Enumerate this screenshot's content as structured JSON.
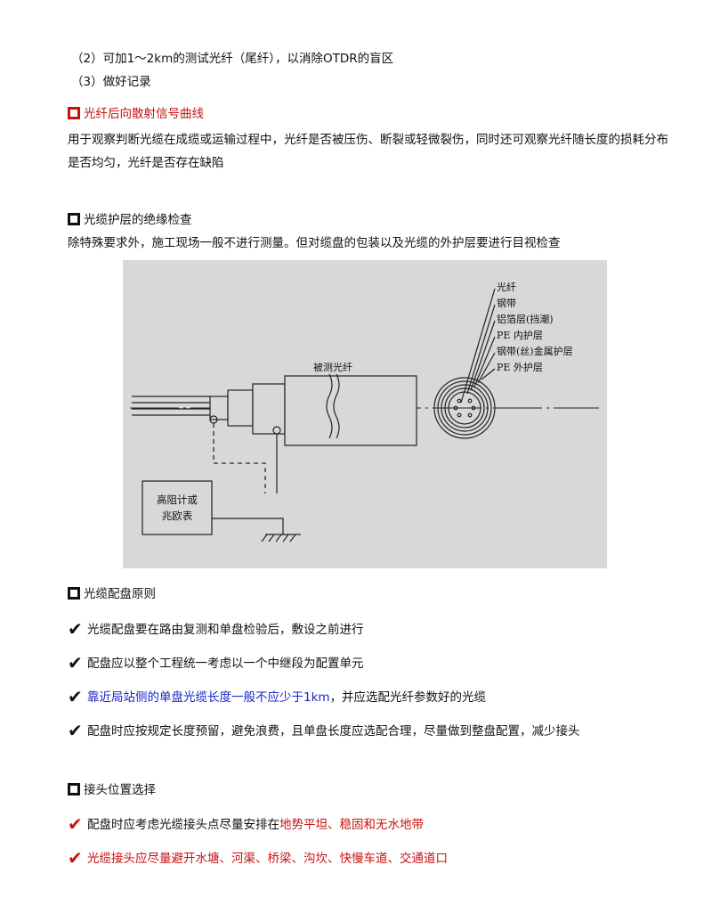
{
  "intro": {
    "line1": "（2）可加1～2km的测试光纤（尾纤），以消除OTDR的盲区",
    "line2": "（3）做好记录"
  },
  "section_backscatter": {
    "heading": "光纤后向散射信号曲线",
    "heading_color": "#c81010",
    "text": "用于观察判断光缆在成缆或运输过程中，光纤是否被压伤、断裂或轻微裂伤，同时还可观察光纤随长度的损耗分布是否均匀，光纤是否存在缺陷"
  },
  "section_insulation": {
    "heading": "光缆护层的绝缘检查",
    "text": "除特殊要求外，施工现场一般不进行测量。但对缆盘的包装以及光缆的外护层要进行目视检查"
  },
  "figure": {
    "cable_label": "被测光纤",
    "meter_label_line1": "高阻计或",
    "meter_label_line2": "兆欧表",
    "layer_labels": [
      "光纤",
      "钢带",
      "铝箔层(挡潮)",
      "PE 内护层",
      "钢带(丝)金属护层",
      "PE 外护层"
    ]
  },
  "section_allocation": {
    "heading": "光缆配盘原则",
    "items": [
      {
        "text": "光缆配盘要在路由复测和单盘检验后，敷设之前进行",
        "color": "normal"
      },
      {
        "text": "配盘应以整个工程统一考虑以一个中继段为配置单元",
        "color": "normal"
      },
      {
        "text_highlight": "靠近局站侧的单盘光缆长度一般不应少于1km",
        "text_rest": "，并应选配光纤参数好的光缆",
        "color": "mixed"
      },
      {
        "text": "配盘时应按规定长度预留，避免浪费，且单盘长度应选配合理，尽量做到整盘配置，减少接头",
        "color": "normal"
      }
    ]
  },
  "section_joint": {
    "heading": "接头位置选择",
    "items": [
      {
        "text_normal": "配盘时应考虑光缆接头点尽量安排在",
        "text_highlight": "地势平坦、稳固和无水地带"
      },
      {
        "text_highlight": "光缆接头应尽量避开水塘、河渠、桥梁、沟坎、快慢车道、交通道口"
      }
    ]
  }
}
